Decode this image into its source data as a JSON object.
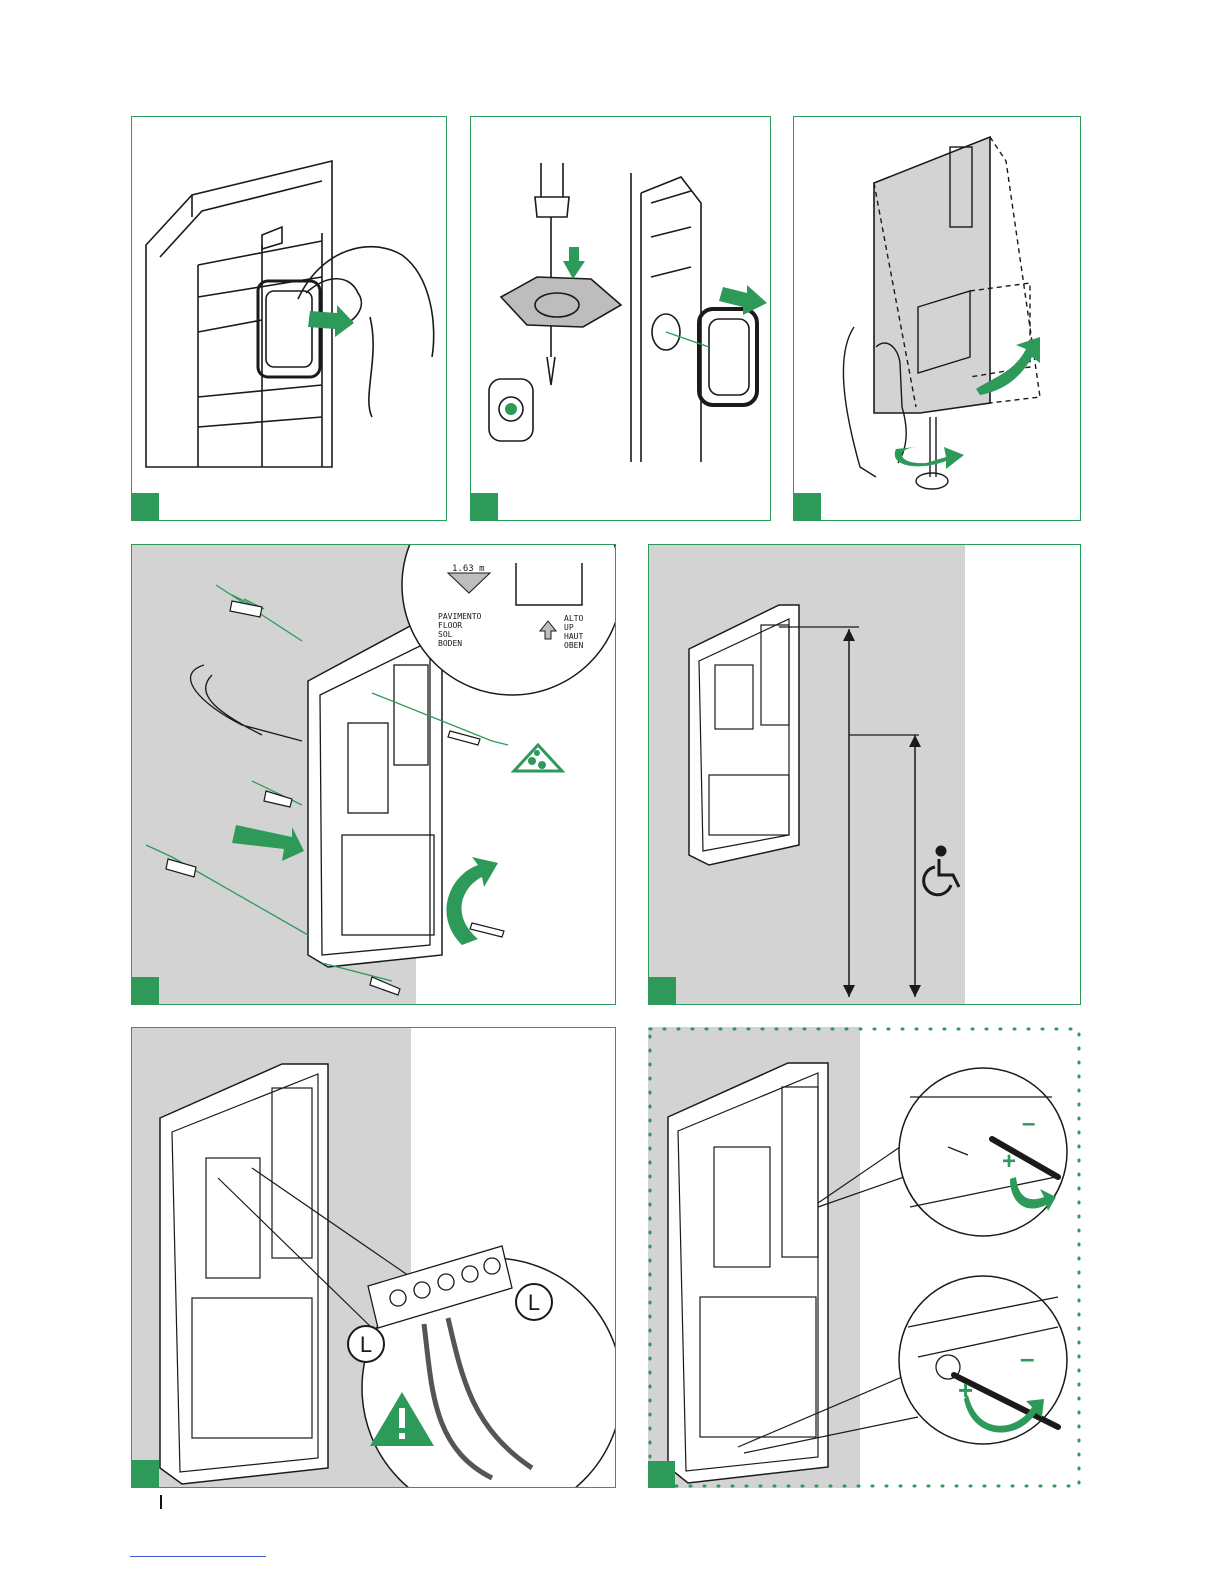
{
  "colors": {
    "accent": "#2e9a5a",
    "gray_bg": "#d3d3d3",
    "line": "#1a1a1a",
    "link_rule": "#3b57c9"
  },
  "panel4": {
    "height_value": "1.63 m",
    "floor_words": [
      "PAVIMENTO",
      "FLOOR",
      "SOL",
      "BODEN"
    ],
    "up_words": [
      "ALTO",
      "UP",
      "HAUT",
      "OBEN"
    ]
  },
  "panel6": {
    "terminal_label_1": "L",
    "terminal_label_2": "L"
  },
  "panel7": {
    "minus_top": "–",
    "plus_top": "+",
    "minus_bottom": "–",
    "plus_bottom": "+"
  },
  "icons": [
    "screwdriver-icon",
    "hand-icon",
    "rotate-arrow-icon",
    "wheelchair-icon",
    "warning-icon",
    "water-drops-icon"
  ]
}
